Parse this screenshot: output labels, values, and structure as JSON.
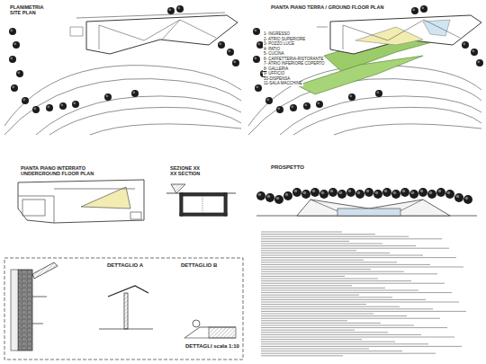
{
  "diagram": {
    "labels": [
      "PLANIMETRIA",
      "SITE PLAN",
      "PIANTA PIANO TERRA / GROUND FLOOR PLAN",
      "1- INGRESSO",
      "2- ATRIO SUPERIORE",
      "3- POZZO LUCE",
      "4- PATIO",
      "5- CUCINA",
      "6- CAFFETTERIA-RISTORANTE",
      "7- ATRIO INFERIORE COPERTO",
      "8- GALLERIA",
      "9- UFFICIO",
      "10-DISPENSA",
      "11-SALA MACCHINE",
      "PIANTA PIANO INTERRATO",
      "UNDERGROUND FLOOR PLAN",
      "SEZIONE XX",
      "XX SECTION",
      "PROSPETTO",
      "DETTAGLIO A",
      "DETTAGLIO B",
      "DETTAGLI scala 1:10"
    ]
  }
}
